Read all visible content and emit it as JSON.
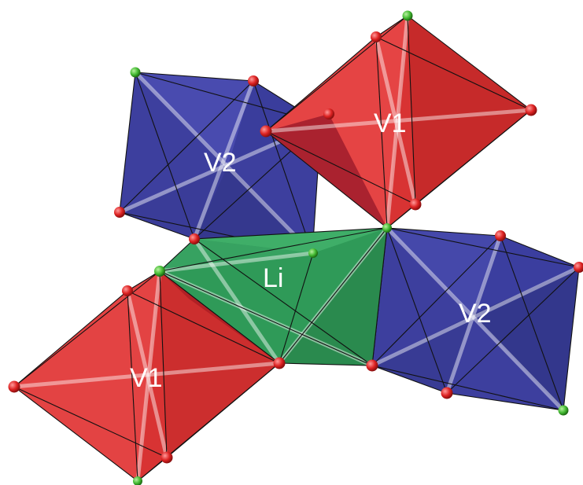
{
  "figure": {
    "labels": {
      "v1_top": "V1",
      "v2_left": "V2",
      "li": "Li",
      "v2_right": "V2",
      "v1_bottom": "V1"
    },
    "colors": {
      "v1_octahedron": "#e23a3a",
      "v2_octahedron": "#3a3fa0",
      "li_polyhedron": "#2f9a58",
      "oxygen_atom": "#dd2222",
      "shared_atom": "#44bb33",
      "background": "#ffffff"
    }
  }
}
